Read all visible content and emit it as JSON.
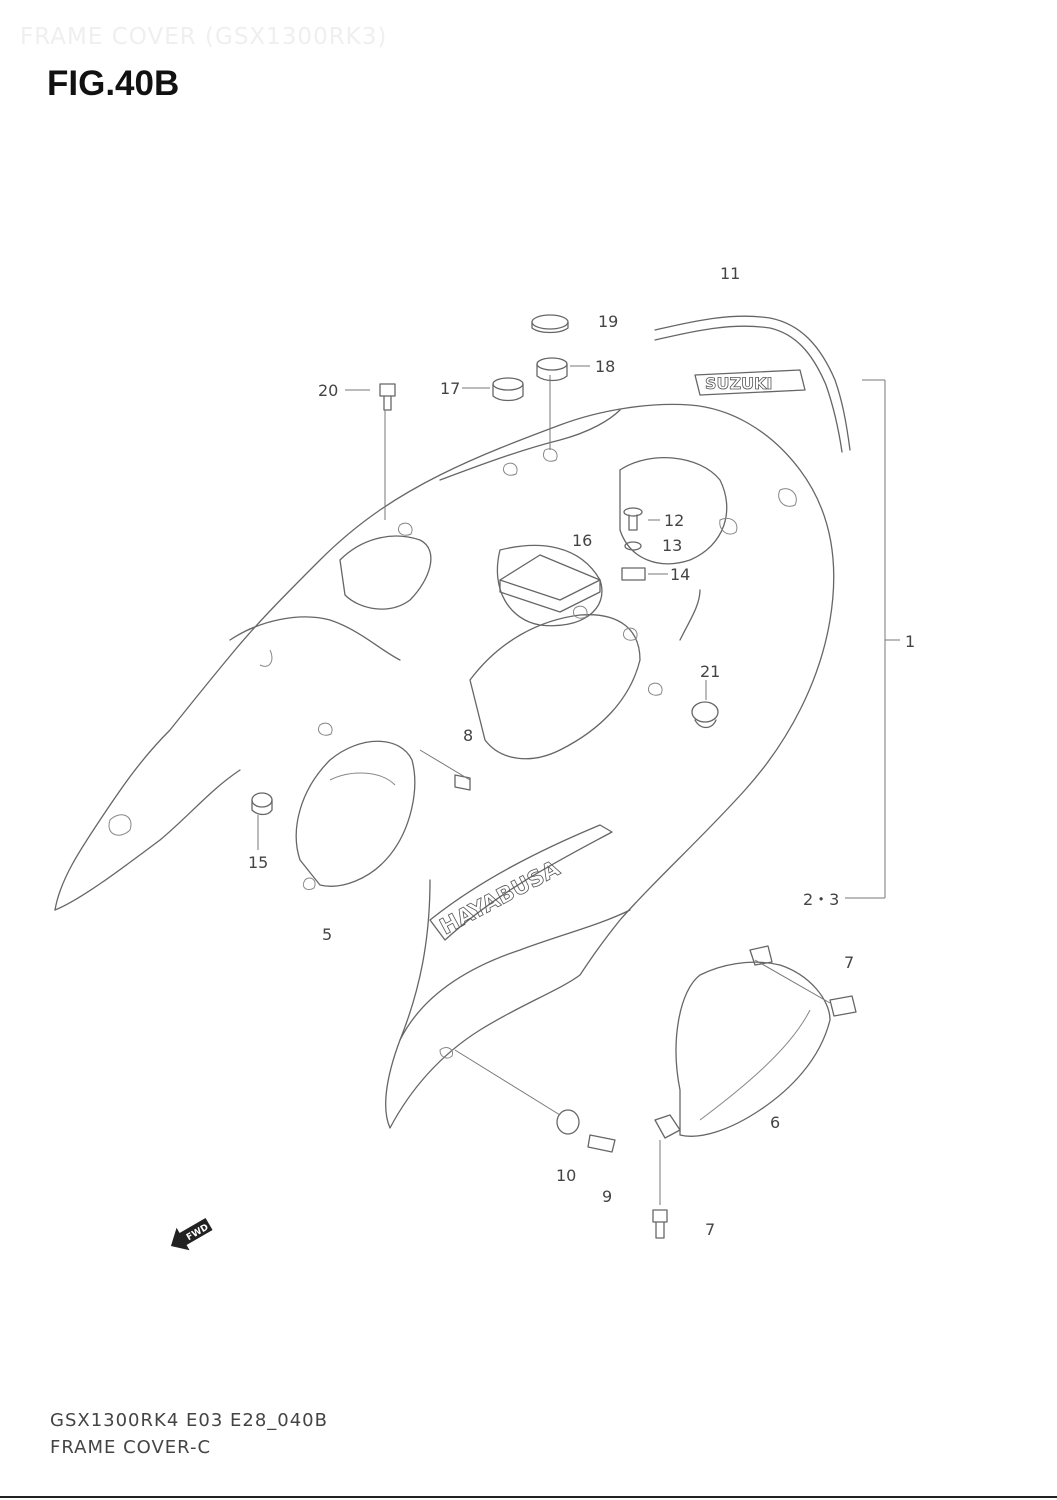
{
  "header": {
    "watermark": "FRAME COVER (GSX1300RK3)",
    "figure": "FIG.40B"
  },
  "callouts": [
    "11",
    "19",
    "18",
    "17",
    "20",
    "12",
    "16",
    "13",
    "14",
    "1",
    "21",
    "8",
    "15",
    "5",
    "2・3",
    "7",
    "6",
    "10",
    "9",
    "7"
  ],
  "logo": {
    "brand": "SUZUKI",
    "model": "HAYABUSA",
    "direction": "FWD"
  },
  "footer": {
    "code": "GSX1300RK4 E03 E28_040B",
    "name": "FRAME COVER-C"
  }
}
